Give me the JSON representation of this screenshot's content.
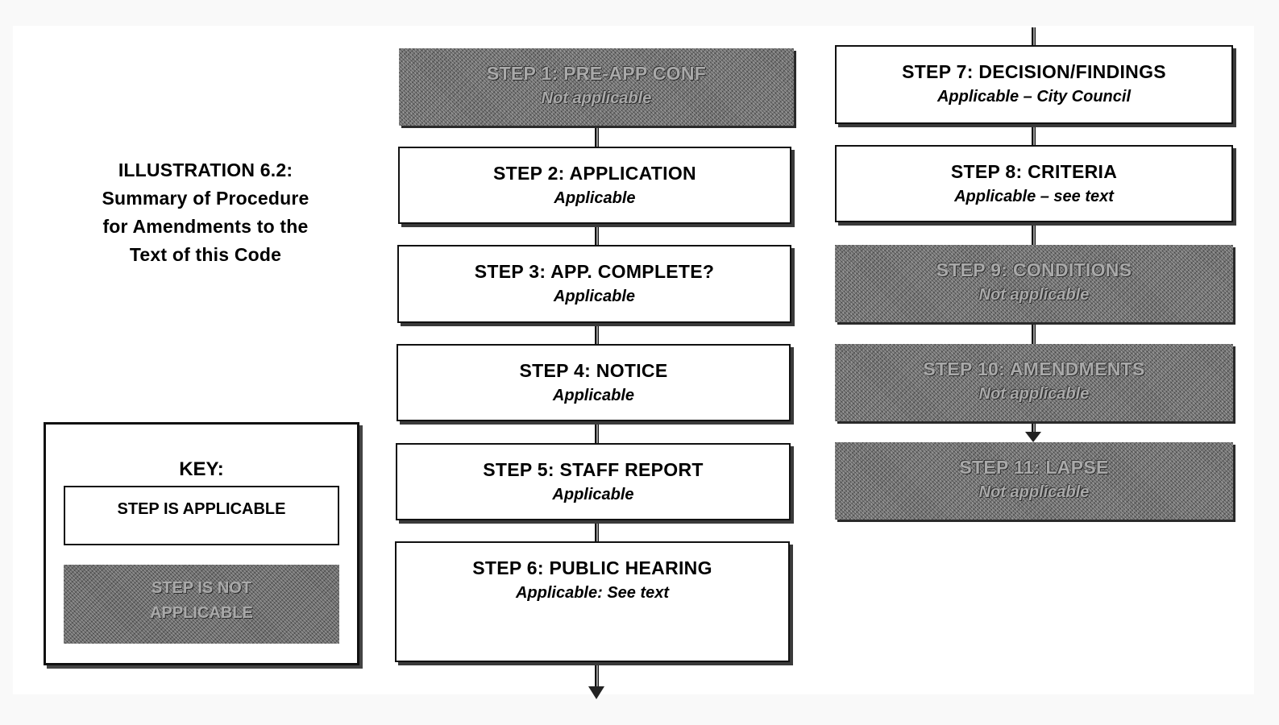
{
  "title": {
    "lines": [
      "ILLUSTRATION 6.2:",
      "Summary of Procedure",
      "for Amendments to the",
      "Text of this Code"
    ]
  },
  "key": {
    "heading": "KEY:",
    "applicable_label": "STEP IS APPLICABLE",
    "not_applicable_label": "STEP IS NOT\nAPPLICABLE"
  },
  "colors": {
    "applicable_fill": "#ffffff",
    "not_applicable_fill": "#6e6e6e",
    "outline": "#111111"
  },
  "steps": [
    {
      "id": 1,
      "title": "STEP 1: PRE-APP CONF",
      "status": "Not applicable",
      "applicable": false
    },
    {
      "id": 2,
      "title": "STEP 2: APPLICATION",
      "status": "Applicable",
      "applicable": true
    },
    {
      "id": 3,
      "title": "STEP 3: APP. COMPLETE?",
      "status": "Applicable",
      "applicable": true
    },
    {
      "id": 4,
      "title": "STEP 4: NOTICE",
      "status": "Applicable",
      "applicable": true
    },
    {
      "id": 5,
      "title": "STEP 5: STAFF REPORT",
      "status": "Applicable",
      "applicable": true
    },
    {
      "id": 6,
      "title": "STEP 6: PUBLIC HEARING",
      "status": "Applicable: See text",
      "applicable": true
    },
    {
      "id": 7,
      "title": "STEP 7: DECISION/FINDINGS",
      "status": "Applicable – City Council",
      "applicable": true
    },
    {
      "id": 8,
      "title": "STEP 8: CRITERIA",
      "status": "Applicable – see text",
      "applicable": true
    },
    {
      "id": 9,
      "title": "STEP 9: CONDITIONS",
      "status": "Not applicable",
      "applicable": false
    },
    {
      "id": 10,
      "title": "STEP 10: AMENDMENTS",
      "status": "Not applicable",
      "applicable": false
    },
    {
      "id": 11,
      "title": "STEP 11: LAPSE",
      "status": "Not applicable",
      "applicable": false
    }
  ]
}
